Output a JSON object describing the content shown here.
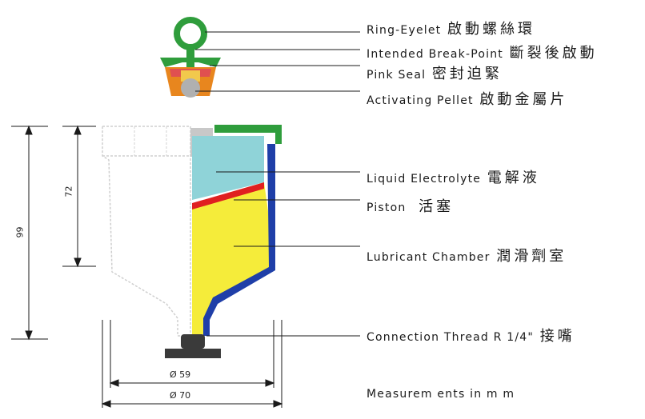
{
  "labels": [
    {
      "en": "Ring-Eyelet",
      "zh": "啟動螺絲環"
    },
    {
      "en": "Intended Break-Point",
      "zh": "斷裂後啟動"
    },
    {
      "en": "Pink Seal",
      "zh": "密封迫緊"
    },
    {
      "en": "Activating Pellet",
      "zh": "啟動金屬片"
    },
    {
      "en": "Liquid Electrolyte",
      "zh": "電解液"
    },
    {
      "en": "Piston",
      "zh": "活塞"
    },
    {
      "en": "Lubricant Chamber",
      "zh": "潤滑劑室"
    },
    {
      "en": "Connection Thread R 1/4\"",
      "zh": "接嘴"
    }
  ],
  "dimensions": {
    "total_height": "99",
    "chamber_height": "72",
    "inner_diameter": "Ø 59",
    "outer_diameter": "Ø 70"
  },
  "note": "Measurem ents in m m",
  "colors": {
    "green": "#2f9d3c",
    "yellow": "#f5ec3a",
    "cyan": "#8fd3d8",
    "blue": "#1f3fa8",
    "red": "#e02020",
    "orange": "#e8861e",
    "grey": "#9a9a9a",
    "dark": "#3a3a3a"
  }
}
